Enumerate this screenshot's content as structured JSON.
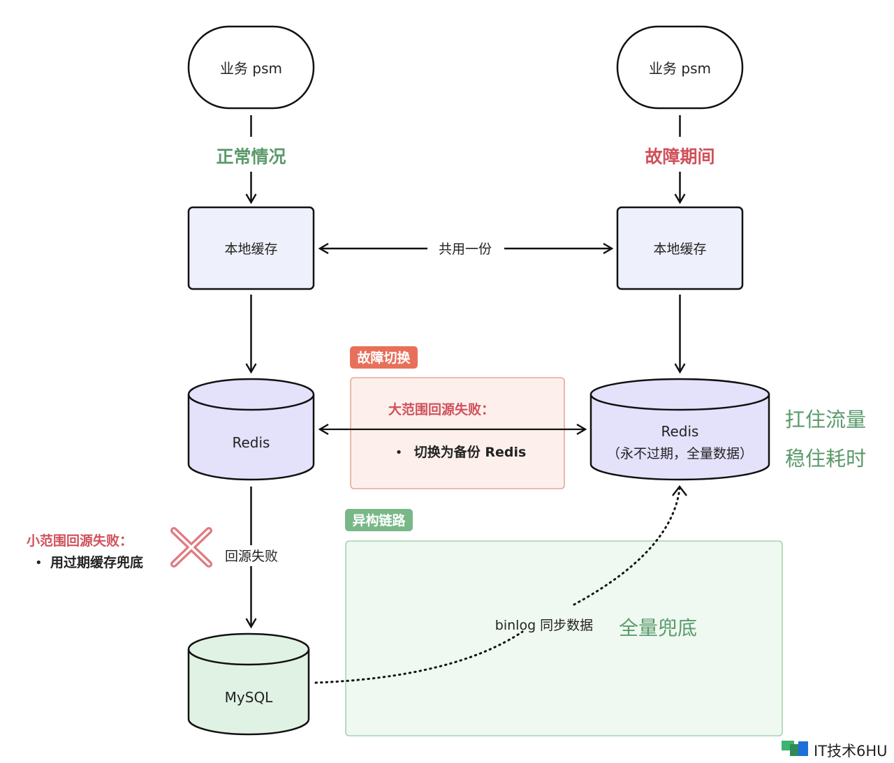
{
  "nodes": {
    "psm_left": "业务 psm",
    "psm_right": "业务 psm",
    "cache_left": "本地缓存",
    "cache_right": "本地缓存",
    "redis_left": "Redis",
    "redis_right_line1": "Redis",
    "redis_right_line2": "（永不过期，全量数据）",
    "mysql": "MySQL"
  },
  "edges": {
    "normal": "正常情况",
    "fault_period": "故障期间",
    "shared": "共用一份",
    "fallback_fail": "回源失败",
    "binlog_sync": "binlog 同步数据"
  },
  "failover_tag": "故障切换",
  "failover_box": {
    "title": "大范围回源失败：",
    "bullet": "•",
    "item": "切换为备份 Redis"
  },
  "hetero_tag": "异构链路",
  "hetero_box": {
    "label": "全量兜底"
  },
  "small_fail": {
    "title": "小范围回源失败：",
    "bullet": "•",
    "item": "用过期缓存兜底"
  },
  "side_notes": {
    "line1": "扛住流量",
    "line2": "稳住耗时"
  },
  "logo": {
    "text": "IT技术6HU"
  },
  "colors": {
    "green_text": "#5a9a6a",
    "red_text": "#d0505a",
    "cache_fill": "#eef0fb",
    "redis_fill": "#e4e1fb",
    "mysql_fill": "#dff2e3",
    "failover_tag": "#e8705a",
    "hetero_tag": "#78b888"
  }
}
